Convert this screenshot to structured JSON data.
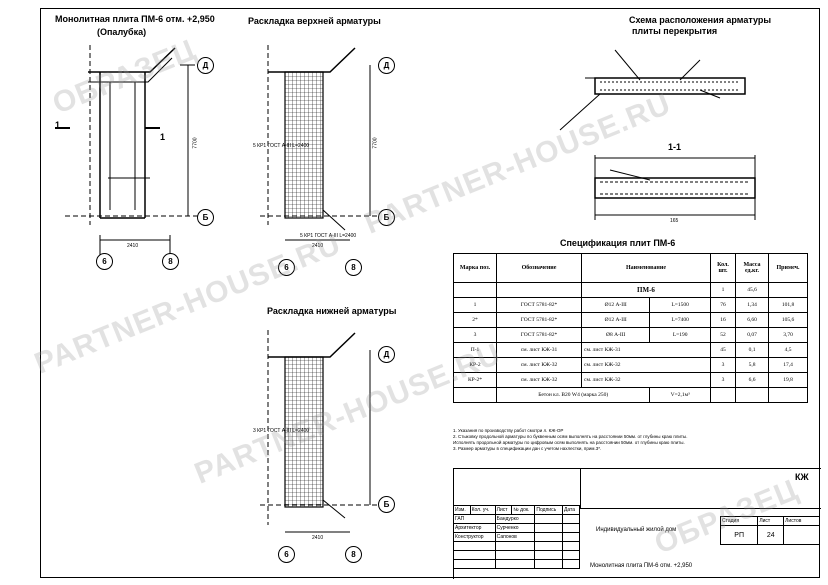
{
  "drawing": {
    "title_formwork": "Монолитная плита ПМ-6 отм. +2,950",
    "title_formwork_sub": "(Опалубка)",
    "title_top_rebar": "Раскладка верхней арматуры",
    "title_bottom_rebar": "Раскладка нижней арматуры",
    "title_scheme": "Схема расположения арматуры",
    "title_scheme_sub": "плиты перекрытия",
    "section_label": "1-1",
    "cut_label": "1",
    "axes": {
      "d": "Д",
      "b": "Б",
      "six": "6",
      "eight": "8"
    },
    "dims": {
      "d7700": "7700",
      "d2410": "2410",
      "d7700b": "7700",
      "d2410b": "2410",
      "d2410c": "2410",
      "d165": "165"
    },
    "callout_top": "5 КР1 ГОСТ А-III L=2400",
    "callout_bottom": "5 КР1 ГОСТ А-III L=2400",
    "callout_bottom2": "3 КР1 ГОСТ А-III L=2400"
  },
  "spec": {
    "title": "Спецификация плит ПМ-6",
    "headers": [
      "Марка поз.",
      "Обозначение",
      "Наименование",
      "Кол. шт.",
      "Масса ед.кг.",
      "Примеч."
    ],
    "group": "ПМ-6",
    "group_qty": "1",
    "group_mass": "45,6",
    "rows": [
      {
        "pos": "1",
        "doc": "ГОСТ 5781-82*",
        "name": "Ø12  А-III",
        "len": "L=1500",
        "qty": "76",
        "mass": "1,34",
        "note": "101,8"
      },
      {
        "pos": "2*",
        "doc": "ГОСТ 5781-82*",
        "name": "Ø12  А-III",
        "len": "L=7400",
        "qty": "16",
        "mass": "6,60",
        "note": "105,6"
      },
      {
        "pos": "3",
        "doc": "ГОСТ 5781-82*",
        "name": "Ø8  А-III",
        "len": "L=190",
        "qty": "52",
        "mass": "0,07",
        "note": "3,70"
      },
      {
        "pos": "П-1",
        "doc": "см. лист КЖ-31",
        "name": "см. лист КЖ-31",
        "len": "",
        "qty": "45",
        "mass": "0,1",
        "note": "4,5"
      },
      {
        "pos": "КР-2",
        "doc": "см. лист КЖ-32",
        "name": "см. лист КЖ-32",
        "len": "",
        "qty": "3",
        "mass": "5,8",
        "note": "17,4"
      },
      {
        "pos": "КР-2*",
        "doc": "см. лист КЖ-32",
        "name": "см. лист КЖ-32",
        "len": "",
        "qty": "3",
        "mass": "6,6",
        "note": "19,8"
      }
    ],
    "footer_left": "Бетон кл. В20 W4 (марка 250)",
    "footer_right": "V=2,1м³"
  },
  "notes": [
    "1. Указания по производству работ смотри л. КЖ-ОР",
    "2. Стыковку продольной арматуры по буквенным осям выполнять на расстоянии 50мм. от глубины краю плиты.",
    "   Исполнять продольной арматуры по цифровым осям выполнять на расстоянии 50мм. от глубины краю плиты.",
    "3. Размер арматуры в спецификации дан с учетом нахлестки, прим.3*."
  ],
  "titleblock": {
    "code": "КЖ",
    "headers": [
      "Изм.",
      "Кол. уч.",
      "Лист",
      "№ док.",
      "Подпись",
      "Дата"
    ],
    "people": [
      {
        "role": "ГАП",
        "name": "Бандурко"
      },
      {
        "role": "Архитектор",
        "name": "Сурченко"
      },
      {
        "role": "Конструктор",
        "name": "Сапонов"
      }
    ],
    "project": "Индивидуальный жилой дом",
    "stage_h": "Стадия",
    "sheet_h": "Лист",
    "sheets_h": "Листов",
    "stage": "РП",
    "sheet": "24",
    "sheet_title": "Монолитная плита ПМ-6 отм. +2,950"
  },
  "watermarks": [
    "ОБРАЗЕЦ",
    "PARTNER-HOUSE.RU",
    "PARTNER-HOUSE.RU",
    "PARTNER-HOUSE.RU",
    "ОБРАЗЕЦ"
  ]
}
